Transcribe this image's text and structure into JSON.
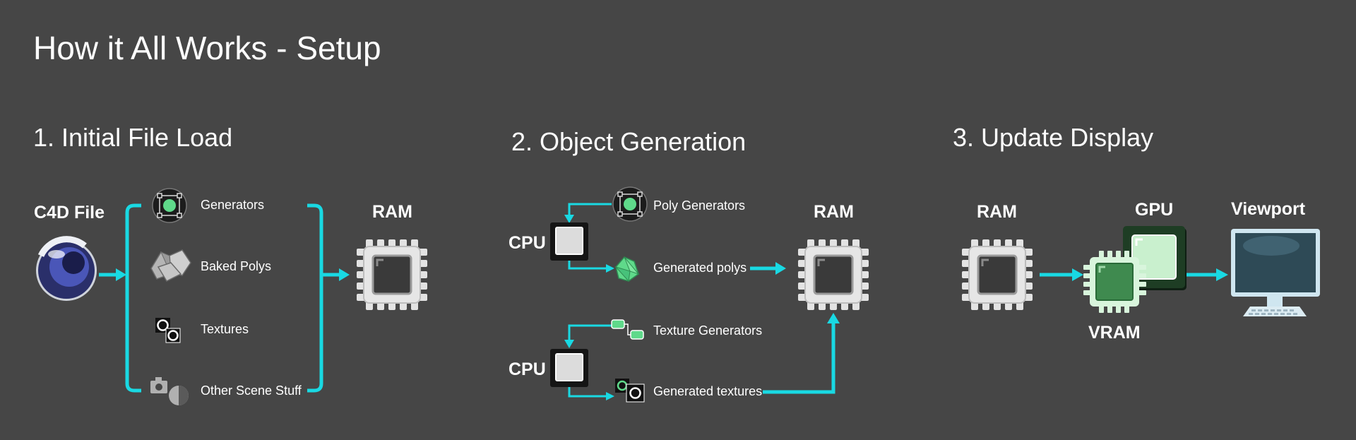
{
  "title": "How it All Works - Setup",
  "colors": {
    "background": "#464646",
    "arrow": "#19d9e3",
    "chip": "#e3e3e3",
    "chip_core": "#3a3a3a",
    "cpu_core": "#dcdcdc",
    "green": "#5fd98a",
    "vram": "#d8f5dc",
    "gpu": "#1e3d24"
  },
  "section1": {
    "heading": "1. Initial File Load",
    "source_label": "C4D File",
    "source_icon": "cinema4d-logo-icon",
    "items": [
      {
        "label": "Generators",
        "icon": "generator-icon"
      },
      {
        "label": "Baked Polys",
        "icon": "baked-polys-icon"
      },
      {
        "label": "Textures",
        "icon": "textures-icon"
      },
      {
        "label": "Other Scene Stuff",
        "icon": "camera-light-icon"
      }
    ],
    "target_label": "RAM",
    "target_icon": "ram-chip-icon"
  },
  "section2": {
    "heading": "2. Object Generation",
    "processors": [
      {
        "label": "CPU",
        "input": "Poly Generators",
        "output": "Generated polys"
      },
      {
        "label": "CPU",
        "input": "Texture Generators",
        "output": "Generated textures"
      }
    ],
    "target_label": "RAM",
    "target_icon": "ram-chip-icon"
  },
  "section3": {
    "heading": "3. Update Display",
    "ram_label": "RAM",
    "gpu_label": "GPU",
    "vram_label": "VRAM",
    "viewport_label": "Viewport",
    "viewport_icon": "monitor-icon"
  }
}
